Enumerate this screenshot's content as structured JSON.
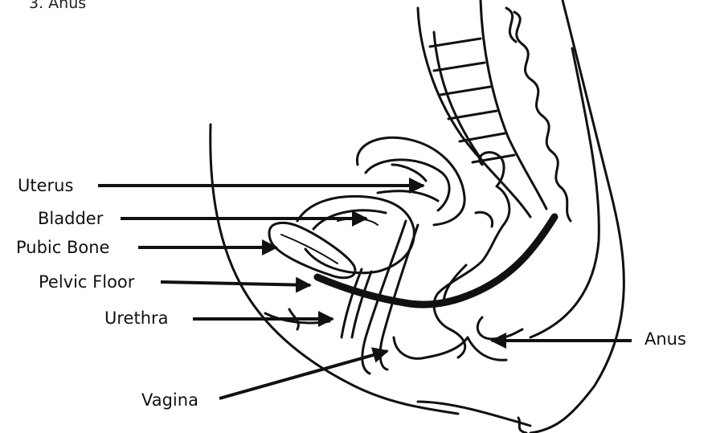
{
  "caption": "3. Anus",
  "labels": {
    "uterus": "Uterus",
    "bladder": "Bladder",
    "pubic_bone": "Pubic Bone",
    "pelvic_floor": "Pelvic Floor",
    "urethra": "Urethra",
    "vagina": "Vagina",
    "anus": "Anus"
  }
}
